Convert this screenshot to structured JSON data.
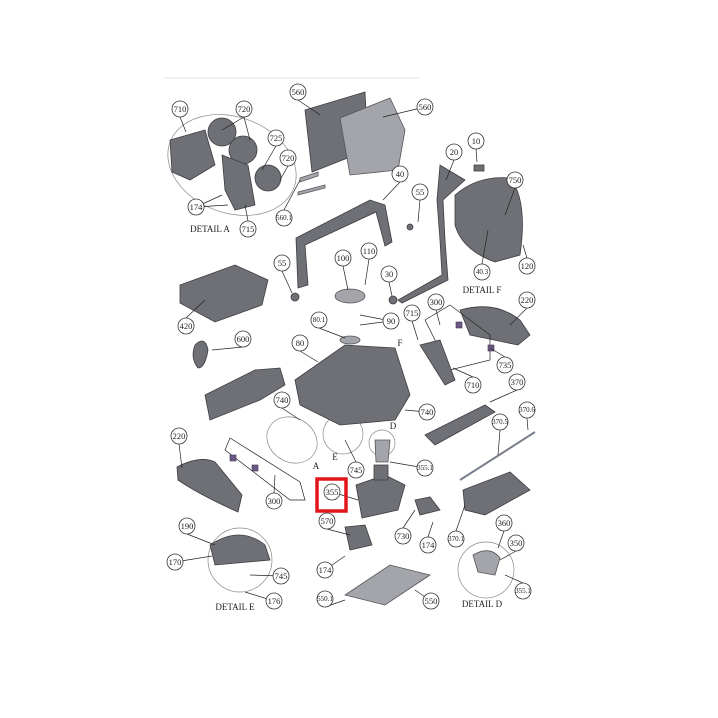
{
  "diagram": {
    "highlight_color": "#e0161b",
    "highlighted_part": "355",
    "details": {
      "a": "DETAIL A",
      "f": "DETAIL F",
      "e": "DETAIL E",
      "d": "DETAIL D"
    },
    "detail_markers": {
      "f": "F",
      "a": "A",
      "e": "E",
      "d": "D"
    },
    "labels": {
      "l560a": "560",
      "l560b": "560",
      "l710a": "710",
      "l720a": "720",
      "l725": "725",
      "l720b": "720",
      "l174a": "174",
      "l715a": "715",
      "l5601": "560.1",
      "l40": "40",
      "l55a": "55",
      "l20": "20",
      "l10": "10",
      "l750": "750",
      "l403": "40.3",
      "l120": "120",
      "l100": "100",
      "l110": "110",
      "l30": "30",
      "l55b": "55",
      "l420": "420",
      "l801": "80.1",
      "l90": "90",
      "l715b": "715",
      "l300a": "300",
      "l220a": "220",
      "l80": "80",
      "l600": "600",
      "l735": "735",
      "l710b": "710",
      "l370": "370",
      "l740a": "740",
      "l740b": "740",
      "l3706": "370.6",
      "l3705": "370.5",
      "l220b": "220",
      "l745a": "745",
      "l3551a": "355.1",
      "l355": "355",
      "l300b": "300",
      "l570": "570",
      "l730": "730",
      "l174b": "174",
      "l3701": "370.1",
      "l360": "360",
      "l350": "350",
      "l190": "190",
      "l170": "170",
      "l745b": "745",
      "l174c": "174",
      "l5501": "550.1",
      "l550": "550",
      "l176": "176",
      "l3551b": "355.1"
    }
  }
}
